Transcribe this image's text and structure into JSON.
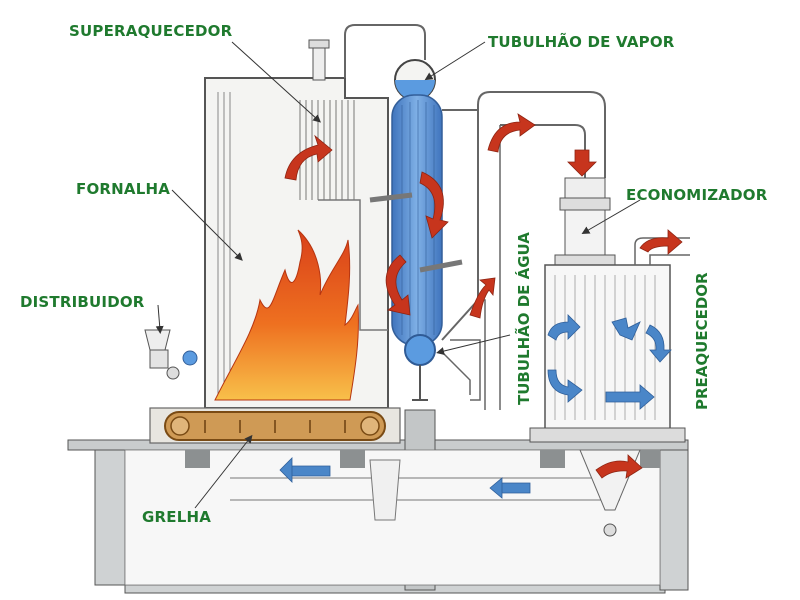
{
  "labels": {
    "superheater": "SUPERAQUECEDOR",
    "steam_drum": "TUBULHÃO DE VAPOR",
    "furnace": "FORNALHA",
    "economizer": "ECONOMIZADOR",
    "distributor": "DISTRIBUIDOR",
    "water_drum": "TUBULHÃO DE ÁGUA",
    "preheater": "PREAQUECEDOR",
    "grate": "GRELHA"
  },
  "colors": {
    "label_text": "#1f7a2e",
    "flame_outer": "#e85a16",
    "flame_inner": "#f6b43a",
    "hot_arrow": "#c7351d",
    "cold_arrow": "#4a86c8",
    "tube_bank": "#5b8fd0",
    "casing": "#f4f4f2",
    "foundation": "#d4d7d8",
    "grate_belt": "#c98a3a"
  }
}
